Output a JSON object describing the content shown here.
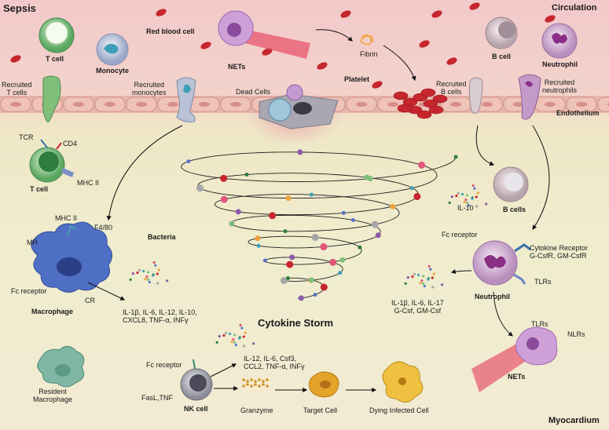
{
  "regions": {
    "sepsis": "Sepsis",
    "circulation": "Circulation",
    "endothelium": "Endothelium",
    "myocardium": "Myocardium"
  },
  "circulation": {
    "t_cell": "T cell",
    "monocyte": "Monocyte",
    "red_blood_cell": "Red blood cell",
    "nets": "NETs",
    "fibrin": "Fibrin",
    "platelet": "Platelet",
    "b_cell": "B cell",
    "neutrophil": "Neutrophil",
    "recruited_t_cells": "Recruited\nT cells",
    "recruited_monocytes": "Recruited\nmonocytes",
    "dead_cells": "Dead Cells",
    "recruited_b_cells": "Recruited\nB cells",
    "recruited_neutrophils": "Recruited\nneutrophils"
  },
  "tissue": {
    "tcr": "TCR",
    "cd4": "CD4",
    "mhc2_tcell": "MHC II",
    "t_cell": "T cell",
    "mhc2_mac": "MHC II",
    "f480": "F4/80",
    "mr": "MR",
    "fc_receptor_mac": "Fc receptor",
    "cr": "CR",
    "macrophage": "Macrophage",
    "bacteria": "Bacteria",
    "mac_cytokines": "IL-1β, IL-6, IL-12, IL-10,\nCXCL8, TNF-α, INFγ",
    "cytokine_storm": "Cytokine Storm",
    "b_cells": "B cells",
    "il10": "IL-10",
    "fc_receptor_neu": "Fc receptor",
    "cytokine_receptor": "Cytokine Receptor\nG-CsfR, GM-CsfR",
    "tlrs": "TLRs",
    "neutrophil": "Neutrophil",
    "neu_cytokines": "IL-1β, IL-6, IL-17\nG-Csf, GM-Csf",
    "tlrs_nets": "TLRs",
    "nlrs": "NLRs",
    "nets": "NETs",
    "resident_macrophage": "Resident\nMacrophage",
    "fc_receptor_nk": "Fc receptor",
    "nk_cytokines": "IL-12, IL-6, Csf3,\nCCL2, TNF-α, INFγ",
    "fasl_tnf": "FasL,TNF",
    "nk_cell": "NK cell",
    "granzyme": "Granzyme",
    "target_cell": "Target Cell",
    "dying_cell": "Dying Infected Cell"
  },
  "colors": {
    "blood_bg": "#f2c9c9",
    "tissue_bg": "#f0edcf",
    "endothelium": "#e8b6ac",
    "rbc": "#c7262e",
    "macrophage": "#4f6fc4",
    "neutrophil": "#a657a8",
    "tcell": "#3e9b4c",
    "nk": "#6a6a7a",
    "target": "#e6a32a"
  }
}
